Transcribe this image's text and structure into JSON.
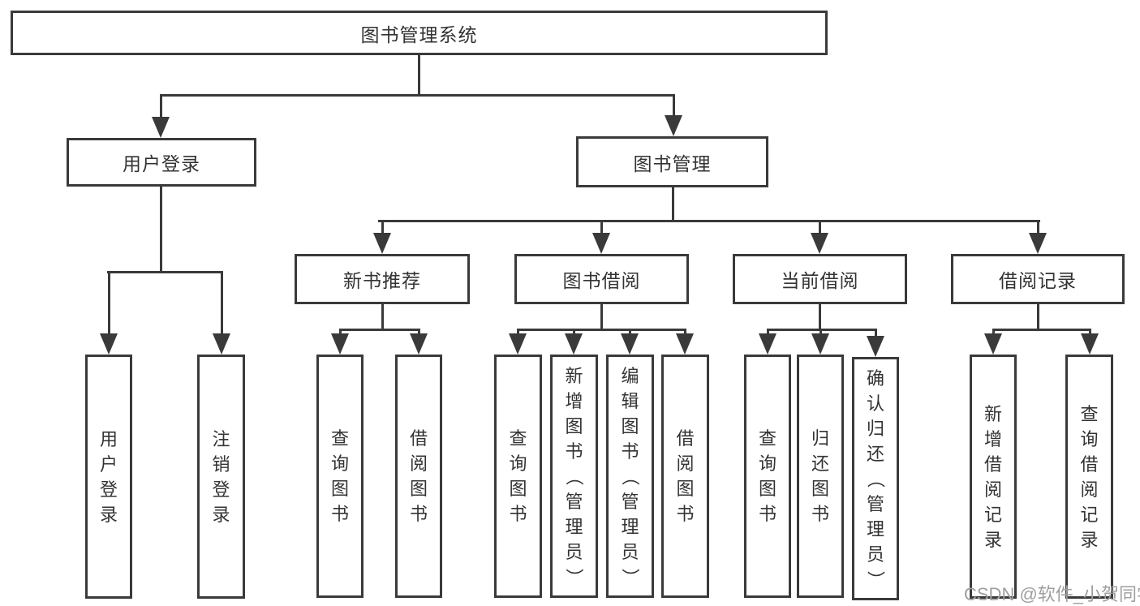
{
  "diagram": {
    "type": "hierarchy-tree",
    "watermark": "CSDN @软件_小贺同学",
    "colors": {
      "line": "#3a3a3a",
      "text": "#333333",
      "watermark": "#9f9f9f",
      "background": "#ffffff"
    },
    "tree": {
      "label": "图书管理系统",
      "children": [
        {
          "label": "用户登录",
          "children": [
            {
              "label": "用户登录"
            },
            {
              "label": "注销登录"
            }
          ]
        },
        {
          "label": "图书管理",
          "children": [
            {
              "label": "新书推荐",
              "children": [
                {
                  "label": "查询图书"
                },
                {
                  "label": "借阅图书"
                }
              ]
            },
            {
              "label": "图书借阅",
              "children": [
                {
                  "label": "查询图书"
                },
                {
                  "label": "新增图书（管理员）"
                },
                {
                  "label": "编辑图书（管理员）"
                },
                {
                  "label": "借阅图书"
                }
              ]
            },
            {
              "label": "当前借阅",
              "children": [
                {
                  "label": "查询图书"
                },
                {
                  "label": "归还图书"
                },
                {
                  "label": "确认归还（管理员）"
                }
              ]
            },
            {
              "label": "借阅记录",
              "children": [
                {
                  "label": "新增借阅记录"
                },
                {
                  "label": "查询借阅记录"
                }
              ]
            }
          ]
        }
      ]
    }
  }
}
